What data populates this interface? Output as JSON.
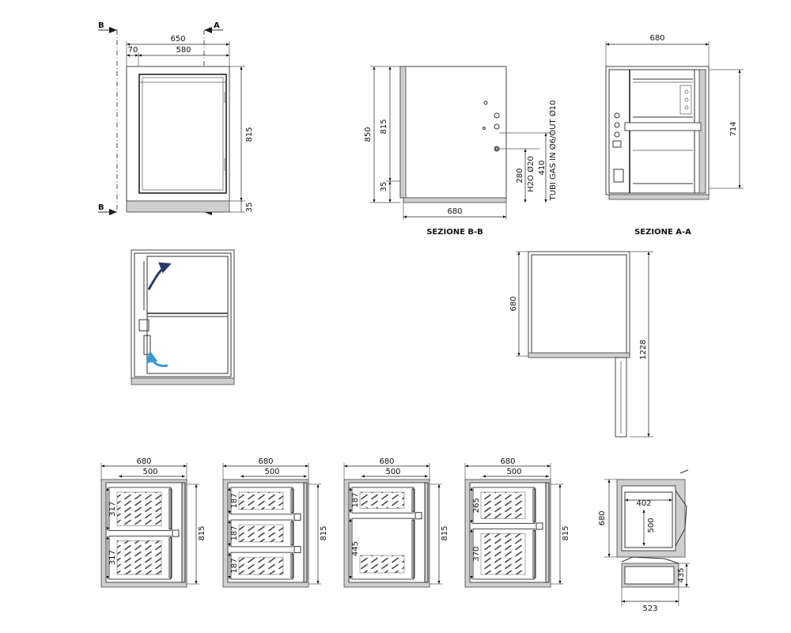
{
  "front_view": {
    "section_marks": [
      "B",
      "A"
    ],
    "dims": {
      "overall_width": "650",
      "offset": "70",
      "inner_width": "580",
      "height": "815",
      "base": "35"
    }
  },
  "section_bb": {
    "title": "SEZIONE B-B",
    "dims": {
      "total_height": "850",
      "body_height": "815",
      "base": "35",
      "depth": "680",
      "h2o_height": "280",
      "gas_height": "410"
    },
    "labels": {
      "h2o": "H2O Ø20",
      "gas": "TUBI GAS IN Ø6/OUT Ø10"
    }
  },
  "section_aa": {
    "title": "SEZIONE A-A",
    "dims": {
      "width": "680",
      "height": "714"
    }
  },
  "top_view": {
    "dims": {
      "depth": "680",
      "open_depth": "1228"
    }
  },
  "configurations": [
    {
      "width": "680",
      "inner": "500",
      "height": "815",
      "drawers": [
        "317",
        "317"
      ]
    },
    {
      "width": "680",
      "inner": "500",
      "height": "815",
      "drawers": [
        "187",
        "187",
        "187"
      ]
    },
    {
      "width": "680",
      "inner": "500",
      "height": "815",
      "drawers": [
        "187",
        "445"
      ]
    },
    {
      "width": "680",
      "inner": "500",
      "height": "815",
      "drawers": [
        "265",
        "370"
      ]
    }
  ],
  "drawer_detail": {
    "dims": {
      "depth": "680",
      "width": "402",
      "length": "500",
      "height": "435",
      "bottom": "523"
    }
  },
  "colors": {
    "hot_arrow": "#2a3a66",
    "cold_arrow": "#3a9ad0"
  }
}
